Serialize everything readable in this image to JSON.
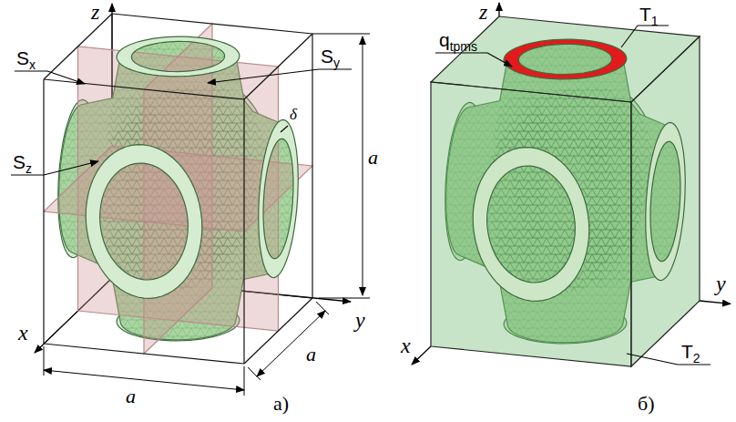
{
  "diagram": {
    "labels": [
      "z",
      "Sx",
      "Sy",
      "δ",
      "Sz",
      "a",
      "y",
      "x",
      "a",
      "a",
      "а)",
      "z",
      "T1",
      "qtpms",
      "y",
      "x",
      "T2",
      "б)"
    ]
  }
}
